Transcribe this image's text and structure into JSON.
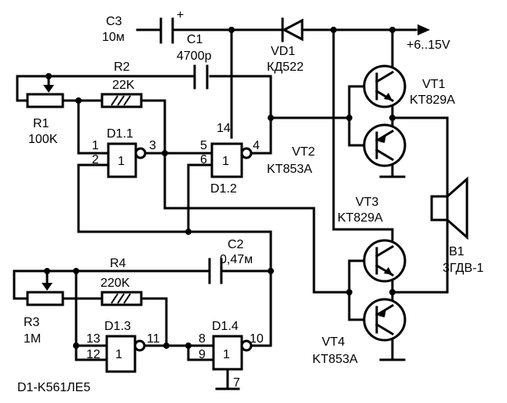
{
  "supply": "+6..15V",
  "components": {
    "c3": {
      "ref": "C3",
      "value": "10м",
      "polarity": "+"
    },
    "c1": {
      "ref": "C1",
      "value": "4700р"
    },
    "c2": {
      "ref": "C2",
      "value": "0,47м"
    },
    "vd1": {
      "ref": "VD1",
      "value": "КД522"
    },
    "r1": {
      "ref": "R1",
      "value": "100K"
    },
    "r2": {
      "ref": "R2",
      "value": "22K"
    },
    "r3": {
      "ref": "R3",
      "value": "1M"
    },
    "r4": {
      "ref": "R4",
      "value": "220K"
    },
    "vt1": {
      "ref": "VT1",
      "value": "KT829A"
    },
    "vt2": {
      "ref": "VT2",
      "value": "KT853A"
    },
    "vt3": {
      "ref": "VT3",
      "value": "KT829A"
    },
    "vt4": {
      "ref": "VT4",
      "value": "KT853A"
    },
    "b1": {
      "ref": "B1",
      "value": "3ГДВ-1"
    }
  },
  "gates": {
    "d11": {
      "ref": "D1.1",
      "symbol": "1",
      "pins": [
        "1",
        "2",
        "3"
      ]
    },
    "d12": {
      "ref": "D1.2",
      "symbol": "1",
      "pins": [
        "5",
        "6",
        "4",
        "14"
      ]
    },
    "d13": {
      "ref": "D1.3",
      "symbol": "1",
      "pins": [
        "13",
        "12",
        "11"
      ]
    },
    "d14": {
      "ref": "D1.4",
      "symbol": "1",
      "pins": [
        "8",
        "9",
        "10",
        "7"
      ]
    }
  },
  "ic_note": "D1-K561ЛЕ5"
}
